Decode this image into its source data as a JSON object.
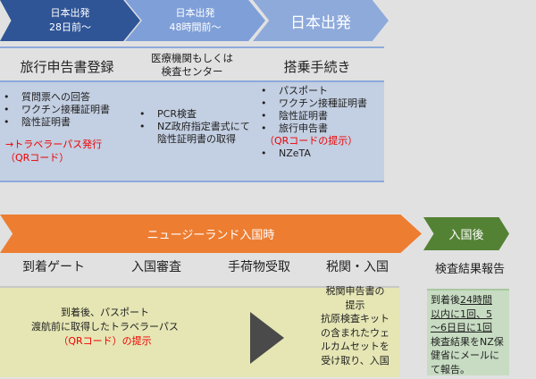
{
  "top_steps": [
    {
      "line1": "日本出発",
      "line2": "28日前～"
    },
    {
      "line1": "日本出発",
      "line2": "48時間前～"
    },
    {
      "line1": "日本出発"
    }
  ],
  "headings": [
    "旅行申告書登録",
    "医療機関もしくは",
    "検査センター",
    "搭乗手続き"
  ],
  "col1": {
    "items": [
      "質問票への回答",
      "ワクチン接種証明書",
      "陰性証明書"
    ],
    "note1": "→トラベラーパス発行",
    "note2": "（QRコード）"
  },
  "col2": {
    "items": [
      "PCR検査",
      "NZ政府指定書式にて陰性証明書の取得"
    ]
  },
  "col3": {
    "items": [
      "パスポート",
      "ワクチン接種証明書",
      "陰性証明書",
      "旅行申告書"
    ],
    "note": "（QRコードの提示）",
    "last": "NZeTA"
  },
  "arrival": {
    "banner": "ニュージーランド入国時",
    "steps": [
      "到着ゲート",
      "入国審査",
      "手荷物受取",
      "税関・入国"
    ],
    "text1": "到着後、パスポート",
    "text2": "渡航前に取得したトラベラーパス",
    "text3": "（QRコード）の提示",
    "customs": [
      "税関申告書の",
      "提示",
      "抗原検査キット",
      "の含まれたウェ",
      "ルカムセットを",
      "受け取り、入国"
    ]
  },
  "after": {
    "banner": "入国後",
    "heading": "検査結果報告",
    "t1": "到着後",
    "u1": "24時間",
    "u2": "以内に1回、5",
    "u3": "～6日目に1回",
    "t2": "検査結果をNZ保健省にメールにて報告。"
  }
}
